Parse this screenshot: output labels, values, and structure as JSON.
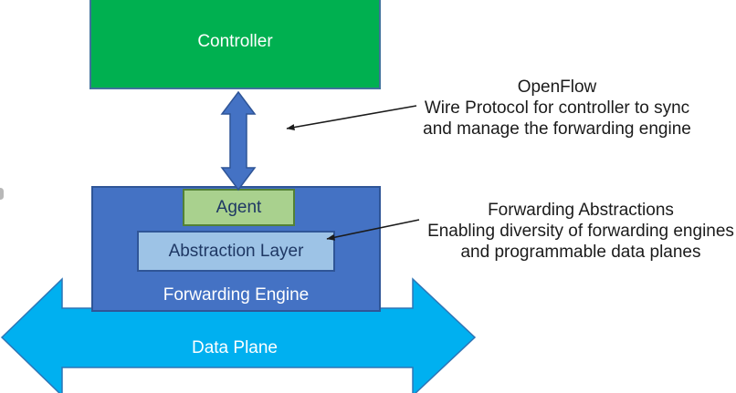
{
  "diagram": {
    "title_hint": "SDN architecture: OpenFlow controller and forwarding engine",
    "nodes": {
      "controller": "Controller",
      "agent": "Agent",
      "abstraction_layer": "Abstraction Layer",
      "forwarding_engine": "Forwarding Engine",
      "data_plane": "Data Plane"
    },
    "annotations": {
      "openflow": {
        "title": "OpenFlow",
        "line1": "Wire Protocol for controller to sync",
        "line2": "and manage the forwarding engine"
      },
      "forwarding_abstractions": {
        "title": "Forwarding Abstractions",
        "line1": "Enabling diversity of forwarding engines",
        "line2": "and programmable data planes"
      }
    },
    "colors": {
      "controller_fill": "#00B050",
      "controller_border": "#41719C",
      "engine_fill": "#4472C4",
      "engine_border": "#2F5597",
      "agent_fill": "#A9D18E",
      "agent_border": "#538135",
      "abstraction_fill": "#9DC3E6",
      "abstraction_border": "#2F5597",
      "dataplane_fill": "#00B0F0",
      "dataplane_border": "#2E75B6",
      "varrow_fill": "#4472C4",
      "varrow_border": "#2F5597",
      "text_dark": "#1F3864",
      "text_light": "#FFFFFF",
      "annotation_color": "#1B1B1B"
    }
  }
}
